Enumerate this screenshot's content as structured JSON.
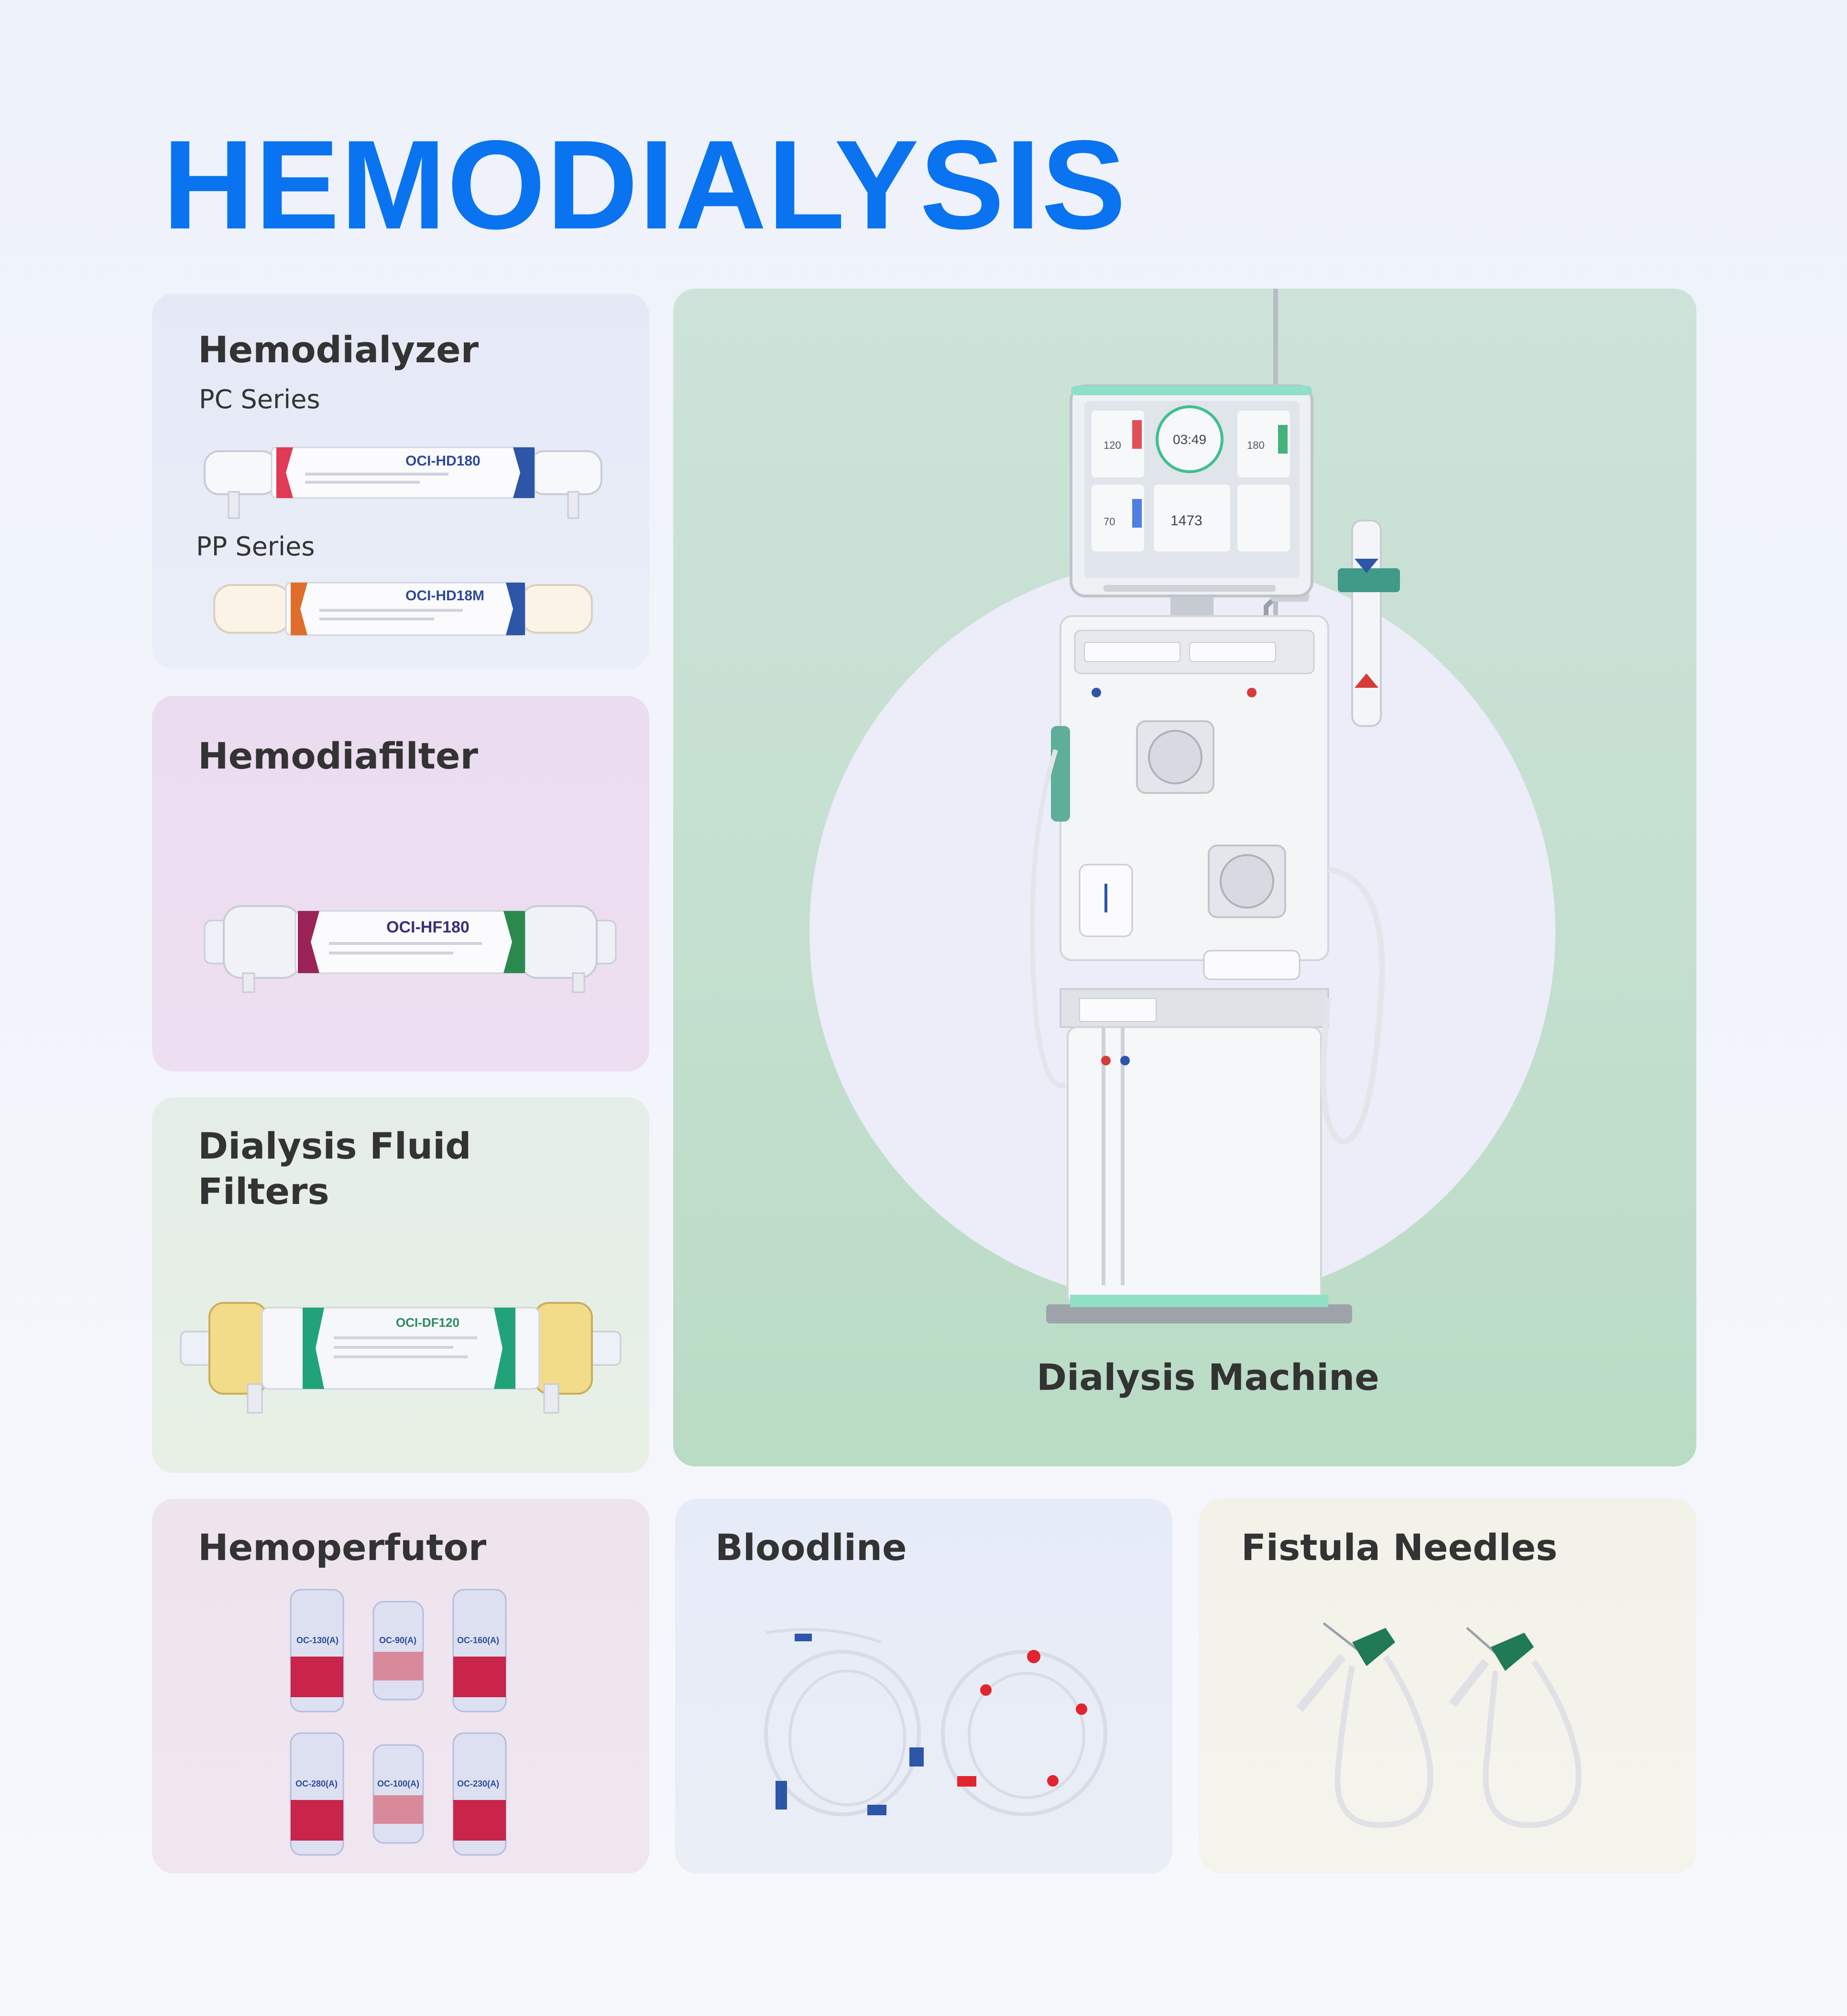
{
  "title": "HEMODIALYSIS",
  "cards": {
    "hemodialyzer": {
      "label": "Hemodialyzer",
      "series": [
        "PC Series",
        "PP Series"
      ],
      "product_pc": "OCI-HD180",
      "product_pp": "OCI-HD18M"
    },
    "hemodiafilter": {
      "label": "Hemodiafilter",
      "product": "OCI-HF180"
    },
    "fluid_filters": {
      "label": "Dialysis Fluid\nFilters",
      "product": "OCI-DF120"
    },
    "machine": {
      "label": "Dialysis Machine",
      "screen_time": "03:49",
      "screen_values": [
        "120",
        "180",
        "70",
        "1473"
      ]
    },
    "hemoperfutor": {
      "label": "Hemoperfutor",
      "cartridges": [
        "OC-130(A)",
        "OC-90(A)",
        "OC-160(A)",
        "OC-280(A)",
        "OC-100(A)",
        "OC-230(A)"
      ]
    },
    "bloodline": {
      "label": "Bloodline"
    },
    "fistula": {
      "label": "Fistula Needles"
    }
  },
  "colors": {
    "title": "#0a73f0",
    "card_hemodialyzer": "#e6eaf6",
    "card_hemodiafilter": "#ecdcf0",
    "card_fluid_filters": "#e6efe6",
    "card_machine": "#cfe6da",
    "card_hemoperfutor": "#efe4ee",
    "card_bloodline": "#e7ecf8",
    "card_fistula": "#f3f3e8"
  }
}
